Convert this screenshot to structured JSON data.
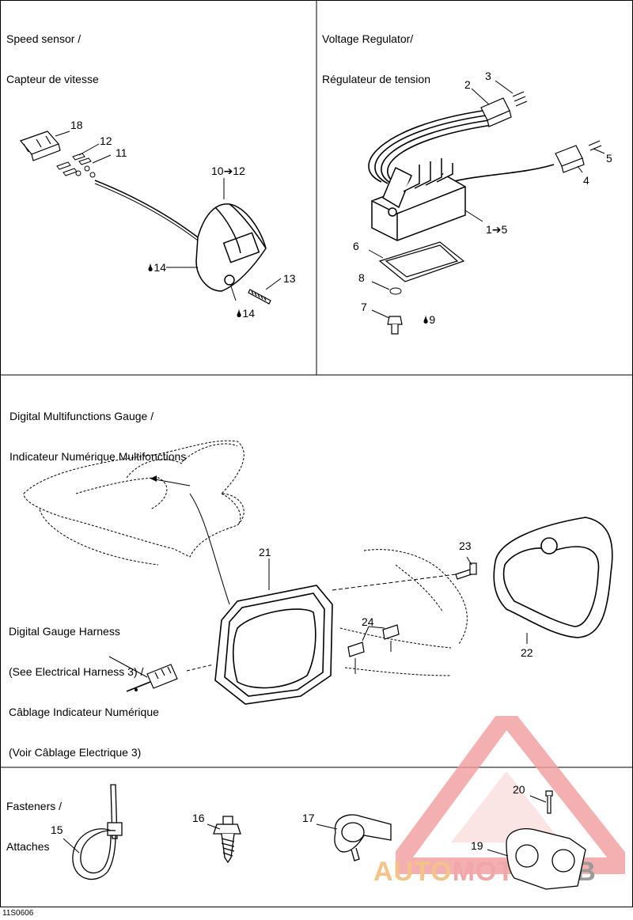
{
  "panels": {
    "speed_sensor": {
      "title_line1": "Speed sensor /",
      "title_line2": "Capteur de vitesse"
    },
    "voltage_regulator": {
      "title_line1": "Voltage Regulator/",
      "title_line2": "Régulateur de tension"
    },
    "digital_gauge": {
      "title_line1": "Digital Multifunctions Gauge /",
      "title_line2": "Indicateur Numérique Multifonctions"
    },
    "fasteners": {
      "title_line1": "Fasteners /",
      "title_line2": "Attaches"
    }
  },
  "callouts": {
    "c18": "18",
    "c12": "12",
    "c11": "11",
    "c10to12": "10➔12",
    "c14a": "14",
    "c13": "13",
    "c14b": "14",
    "c2": "2",
    "c3": "3",
    "c5": "5",
    "c4": "4",
    "c1to5": "1➔5",
    "c6": "6",
    "c8": "8",
    "c7": "7",
    "c9": "9",
    "c21": "21",
    "c23": "23",
    "c24": "24",
    "c22": "22",
    "c15": "15",
    "c16": "16",
    "c17": "17",
    "c20": "20",
    "c19": "19"
  },
  "harness_note": {
    "line1": "Digital Gauge Harness",
    "line2": "(See Electrical Harness 3) /",
    "line3": "Câblage Indicateur Numérique",
    "line4": "(Voir Câblage Electrique 3)"
  },
  "drop_symbol": "🌢",
  "footer_code": "11S0606",
  "watermark": {
    "part1": "AUTO",
    "part2": "MOTO",
    "part3": "HUB",
    "colors": [
      "#f4c38a",
      "#f1a7a7",
      "#9a9a9a"
    ]
  }
}
